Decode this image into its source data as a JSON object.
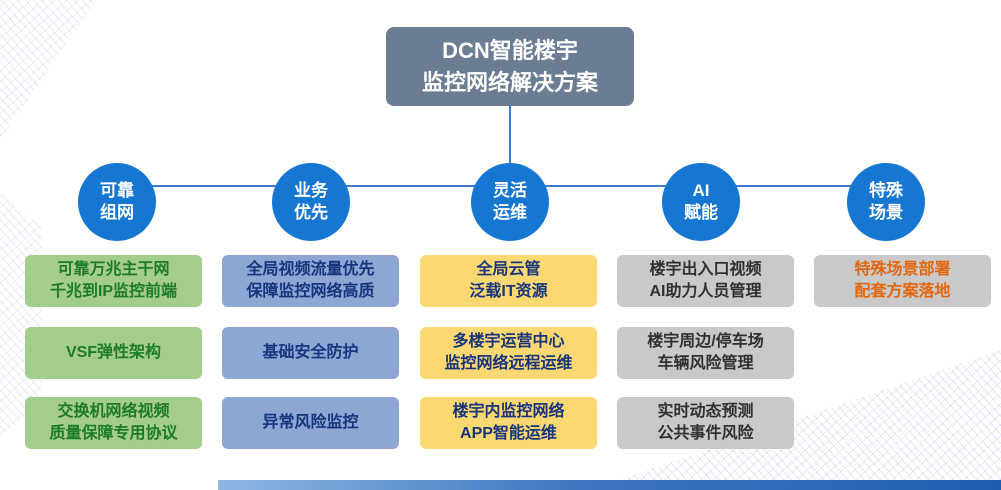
{
  "title": "DCN智能楼宇\n监控网络解决方案",
  "colors": {
    "title_bg": "#6b7c93",
    "circle_bg": "#1677d2",
    "connector": "#3f7dc8",
    "green_bg": "#a4cd8c",
    "green_text": "#1d7a2b",
    "blue_bg": "#8ea6d2",
    "blue_text": "#17357e",
    "yellow_bg": "#fbd871",
    "yellow_text": "#17357e",
    "gray_bg": "#c9c9c9",
    "gray_text": "#303030",
    "orange_text": "#e2660e"
  },
  "branches": [
    {
      "label": "可靠\n组网",
      "items": [
        "可靠万兆主干网\n千兆到IP监控前端",
        "VSF弹性架构",
        "交换机网络视频\n质量保障专用协议"
      ]
    },
    {
      "label": "业务\n优先",
      "items": [
        "全局视频流量优先\n保障监控网络高质",
        "基础安全防护",
        "异常风险监控"
      ]
    },
    {
      "label": "灵活\n运维",
      "items": [
        "全局云管\n泛载IT资源",
        "多楼宇运营中心\n监控网络远程运维",
        "楼宇内监控网络\nAPP智能运维"
      ]
    },
    {
      "label": "AI\n赋能",
      "items": [
        "楼宇出入口视频\nAI助力人员管理",
        "楼宇周边/停车场\n车辆风险管理",
        "实时动态预测\n公共事件风险"
      ]
    },
    {
      "label": "特殊\n场景",
      "items": [
        "特殊场景部署\n配套方案落地"
      ]
    }
  ]
}
